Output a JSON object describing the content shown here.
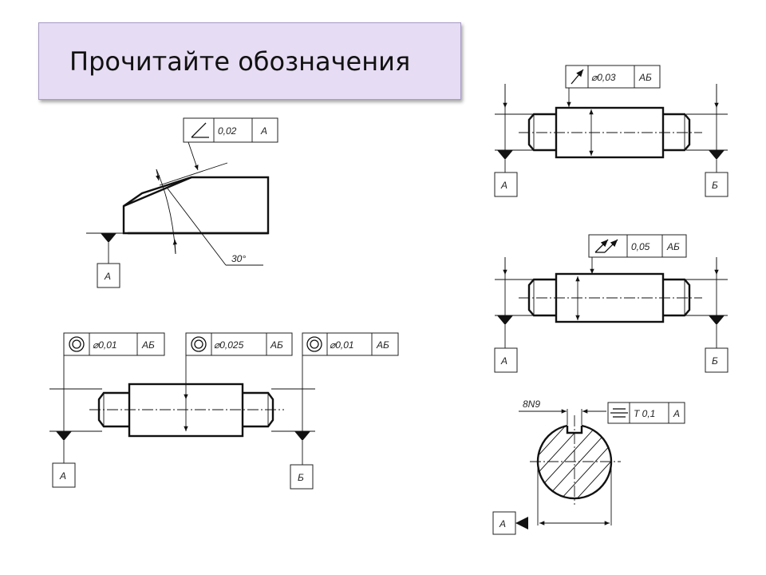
{
  "title": "Прочитайте обозначения",
  "drawings": {
    "angular_block": {
      "tolerance": "0,02",
      "datum": "А",
      "datum_label": "А",
      "angle": "30°"
    },
    "coaxial_shaft": {
      "frames": [
        {
          "tolerance": "⌀0,01",
          "datums": "АБ"
        },
        {
          "tolerance": "⌀0,025",
          "datums": "АБ"
        },
        {
          "tolerance": "⌀0,01",
          "datums": "АБ"
        }
      ],
      "datum_left": "А",
      "datum_right": "Б"
    },
    "runout_shaft": {
      "tolerance": "⌀0,03",
      "datums": "АБ",
      "datum_left": "А",
      "datum_right": "Б"
    },
    "total_runout_shaft": {
      "tolerance": "0,05",
      "datums": "АБ",
      "datum_left": "А",
      "datum_right": "Б"
    },
    "keyway_section": {
      "key_label": "8N9",
      "tolerance": "Т 0,1",
      "datum": "А",
      "datum_label": "А"
    }
  }
}
